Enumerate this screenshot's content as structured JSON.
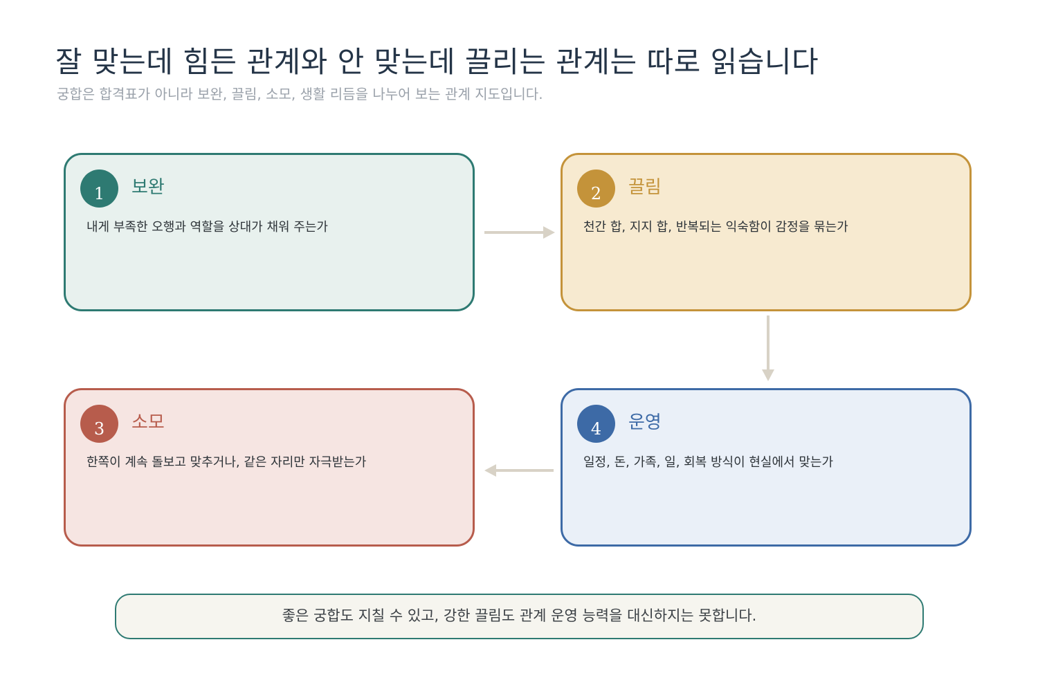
{
  "header": {
    "title": "잘 맞는데 힘든 관계와 안 맞는데 끌리는 관계는 따로 읽습니다",
    "subtitle": "궁합은 합격표가 아니라 보완, 끌림, 소모, 생활 리듬을 나누어 보는 관계 지도입니다."
  },
  "cards": [
    {
      "number": "1",
      "title": "보완",
      "description": "내게 부족한 오행과 역할을 상대가 채워 주는가",
      "accent_color": "#2e7a72",
      "fill_color": "#e8f1ee"
    },
    {
      "number": "2",
      "title": "끌림",
      "description": "천간 합, 지지 합, 반복되는 익숙함이 감정을 묶는가",
      "accent_color": "#c4933a",
      "fill_color": "#f7ead0"
    },
    {
      "number": "3",
      "title": "소모",
      "description": "한쪽이 계속 돌보고 맞추거나, 같은 자리만 자극받는가",
      "accent_color": "#b75c4c",
      "fill_color": "#f6e5e2"
    },
    {
      "number": "4",
      "title": "운영",
      "description": "일정, 돈, 가족, 일, 회복 방식이 현실에서 맞는가",
      "accent_color": "#3d6aa6",
      "fill_color": "#eaf0f8"
    }
  ],
  "arrow_color": "#d8d2c6",
  "footer": {
    "text": "좋은 궁합도 지칠 수 있고, 강한 끌림도 관계 운영 능력을 대신하지는 못합니다."
  }
}
